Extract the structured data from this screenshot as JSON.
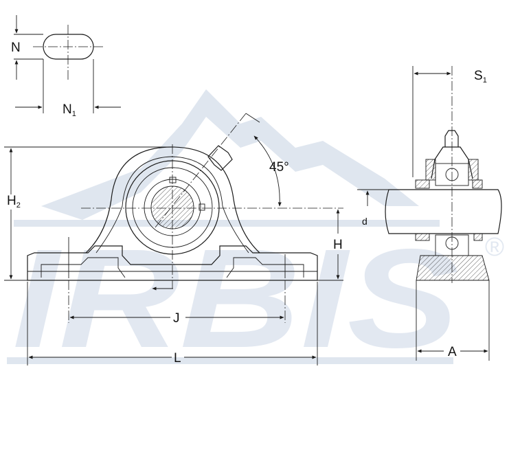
{
  "dimensions": {
    "N": "N",
    "N1": "N",
    "N1_sub": "1",
    "S1": "S",
    "S1_sub": "1",
    "H2": "H",
    "H2_sub": "2",
    "H": "H",
    "J": "J",
    "L": "L",
    "A": "A",
    "d": "d",
    "angle": "45°"
  },
  "watermark": {
    "brand": "IRBIS",
    "registered_mark": "®"
  },
  "colors": {
    "line": "#1a1a1a",
    "watermark": "#dfe6ef"
  }
}
